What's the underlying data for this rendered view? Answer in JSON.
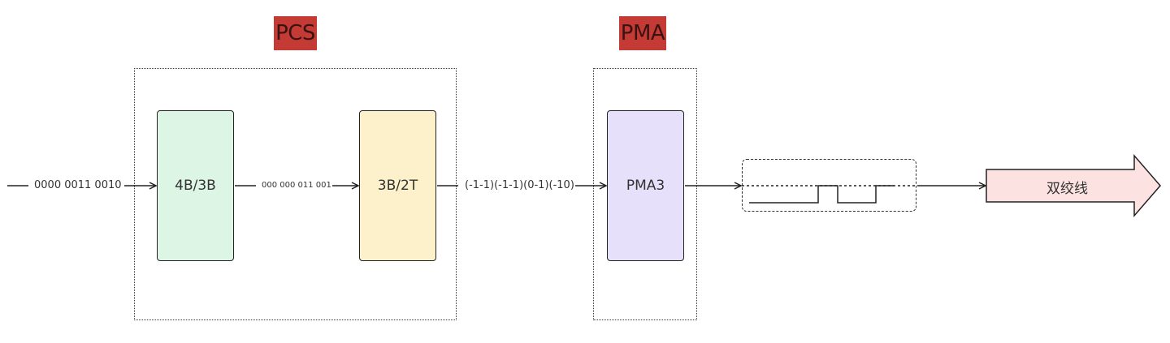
{
  "groups": {
    "pcs": {
      "label": "PCS",
      "color": "#c43a35"
    },
    "pma": {
      "label": "PMA",
      "color": "#c43a35"
    }
  },
  "blocks": {
    "b4b3b": {
      "label": "4B/3B",
      "fill": "#ddf5e5"
    },
    "b3b2t": {
      "label": "3B/2T",
      "fill": "#fdf1cc"
    },
    "pma3": {
      "label": "PMA3",
      "fill": "#e7e0fb"
    }
  },
  "flows": {
    "input_bits": "0000 0011 0010",
    "tribits": "000 000 011 001",
    "ternary": "(-1-1)(-1-1)(0-1)(-10)"
  },
  "output": {
    "label": "双绞线",
    "fill": "#fde2e2"
  }
}
